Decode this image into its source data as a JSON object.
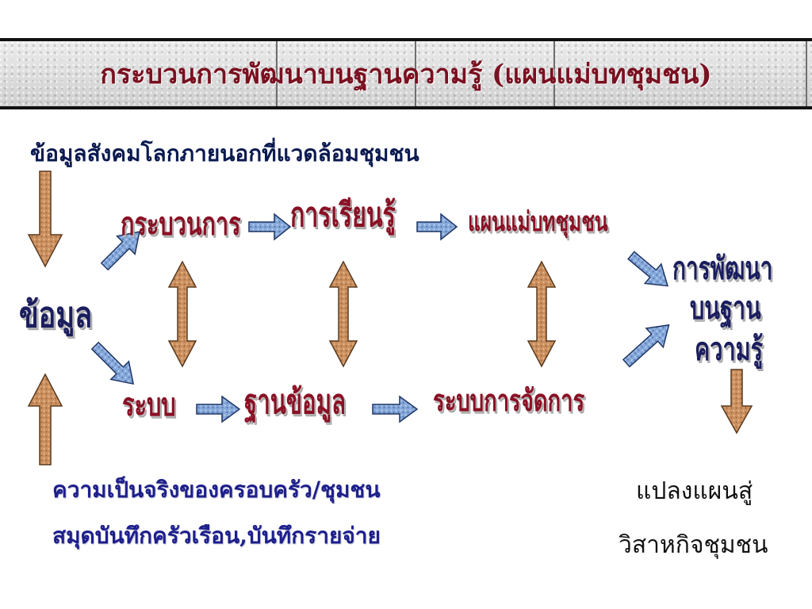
{
  "title": "กระบวนการพัฒนาบนฐานความรู้ (แผนแม่บทชุมชน)",
  "environment_text": "ข้อมูลสังคมโลกภายนอกที่แวดล้อมชุมชน",
  "nodes": {
    "data": "ข้อมูล",
    "process": "กระบวนการ",
    "learning": "การเรียนรู้",
    "master_plan": "แผนแม่บทชุมชน",
    "system": "ระบบ",
    "database": "ฐานข้อมูล",
    "management": "ระบบการจัดการ",
    "development_line1": "การพัฒนา",
    "development_line2": "บนฐาน",
    "development_line3": "ความรู้"
  },
  "bottom_left": {
    "line1": "ความเป็นจริงของครอบครัว/ชุมชน",
    "line2": "สมุดบันทึกครัวเรือน,บันทึกรายจ่าย"
  },
  "bottom_right": {
    "line1": "แปลงแผนสู่",
    "line2": "วิสาหกิจชุมชน"
  },
  "colors": {
    "title": "#7a1020",
    "node_red": "#8b1024",
    "node_navy": "#1a1d5e",
    "arrow_brown": "#c98d5c",
    "arrow_blue": "#7fa3d6"
  }
}
